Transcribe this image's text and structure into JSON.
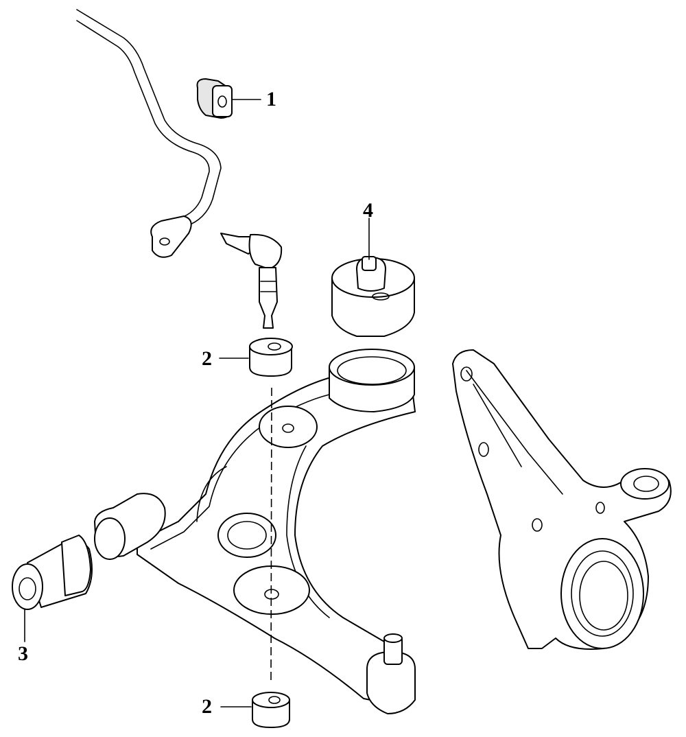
{
  "diagram": {
    "callouts": {
      "stabilizer_bushing": "1",
      "link_bushing_upper": "2",
      "link_bushing_lower": "2",
      "arm_front_bushing": "3",
      "arm_rear_bushing": "4"
    },
    "line_color": "#000000",
    "background": "#ffffff"
  }
}
